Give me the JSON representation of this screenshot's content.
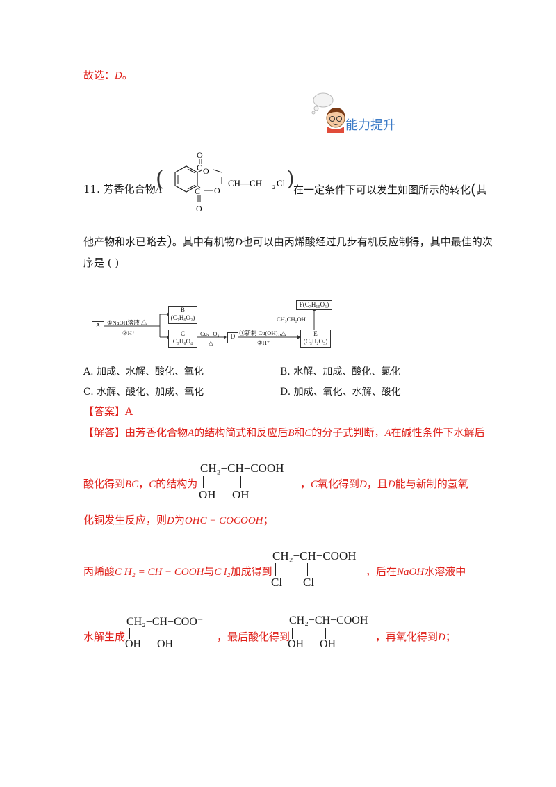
{
  "conclusion": {
    "prefix": "故选：",
    "answer": "D",
    "suffix": "。"
  },
  "badge": {
    "label": "能力提升"
  },
  "question": {
    "number": "11.",
    "stem_a": "芳香化合物",
    "compound": "A",
    "stem_b": "在一定条件下可以发生如图所示的转化",
    "stem_c": "其",
    "line2_a": "他产物和水已略去",
    "line2_b": "。其中有机物",
    "line2_c": "D",
    "line2_d": "也可以由丙烯酸经过几步有机反应制得，其中最佳的次",
    "line3": "序是 (    )",
    "structure": {
      "o1": "O",
      "c1": "C",
      "o_top": "O",
      "o2": "O",
      "c2": "C",
      "o_bot": "O",
      "chain": "CH—CH",
      "sub2": "2",
      "cl": "Cl"
    }
  },
  "scheme": {
    "a": "A",
    "step1_top": "①NaOH溶液 △",
    "step1_bot": "②H⁺",
    "b_name": "B",
    "b_formula": "(C₇H₆O₃)",
    "c_name": "C",
    "c_formula": "C₃H₆O₄",
    "step2_top": "Cu、O₂",
    "step2_bot": "△",
    "d": "D",
    "step3_top": "①新制 Cu(OH)₂,△",
    "step3_bot": "②H⁺",
    "e_name": "E",
    "e_formula": "(C₃H₂O₅)",
    "reagent": "CH₃CH₂OH",
    "f": "F(C₇H₁₀O₅)"
  },
  "options": [
    {
      "key": "A.",
      "text": "加成、水解、酸化、氧化"
    },
    {
      "key": "B.",
      "text": "水解、加成、酸化、氯化"
    },
    {
      "key": "C.",
      "text": "水解、酸化、加成、氧化"
    },
    {
      "key": "D.",
      "text": "加成、氧化、水解、酸化"
    }
  ],
  "answer": {
    "tag": "【答案】",
    "value": "A"
  },
  "analysis": {
    "tag": "【解答】",
    "l1_a": "由芳香化合物",
    "l1_b": "A",
    "l1_c": "的结构简式和反应后",
    "l1_d": "B",
    "l1_e": "和",
    "l1_f": "C",
    "l1_g": "的分子式判断，",
    "l1_h": "A",
    "l1_i": "在碱性条件下水解后",
    "l2_a": "酸化得到",
    "l2_b": "BC",
    "l2_c": "，",
    "l2_d": "C",
    "l2_e": "的结构为",
    "l2_f": "，",
    "l2_g": "C",
    "l2_h": "氧化得到",
    "l2_i": "D",
    "l2_j": "，且",
    "l2_k": "D",
    "l2_l": "能与新制的氢氧",
    "l3_a": "化铜发生反应，则",
    "l3_b": "D",
    "l3_c": "为",
    "l3_d": "OHC − COCOOH",
    "l3_e": "；",
    "l4_a": "丙烯酸",
    "l4_b": "C H₂ = CH − COOH",
    "l4_c": "与",
    "l4_d": "C l₂",
    "l4_e": "加成得到",
    "l4_f": "，后在",
    "l4_g": "NaOH",
    "l4_h": "水溶液中",
    "l5_a": "水解生成",
    "l5_b": "，最后酸化得到",
    "l5_c": "，再氧化得到",
    "l5_d": "D",
    "l5_e": "；"
  },
  "mol_diol_acid": {
    "top": "CH₂−CH−COOH",
    "left": "OH",
    "right": "OH"
  },
  "mol_dichloro": {
    "top": "CH₂−CH−COOH",
    "left": "Cl",
    "right": "Cl"
  },
  "mol_diol_anion": {
    "top": "CH₂−CH−COO⁻",
    "left": "OH",
    "right": "OH"
  }
}
